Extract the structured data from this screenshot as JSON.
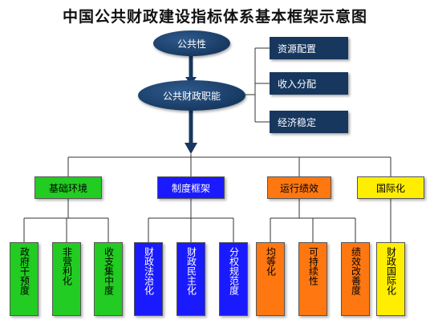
{
  "title": "中国公共财政建设指标体系基本框架示意图",
  "top_nodes": {
    "public": "公共性",
    "function": "公共财政职能"
  },
  "functions": [
    "资源配置",
    "收入分配",
    "经济稳定"
  ],
  "categories": [
    {
      "label": "基础环境",
      "color": "#22cc22",
      "items": [
        "政府干预度",
        "非营利化",
        "收支集中度"
      ]
    },
    {
      "label": "制度框架",
      "color": "#1a1aff",
      "items": [
        "财政法治化",
        "财政民主化",
        "分权规范度"
      ]
    },
    {
      "label": "运行绩效",
      "color": "#ff7711",
      "items": [
        "均等化",
        "可持续性",
        "绩效改善度"
      ]
    },
    {
      "label": "国际化",
      "color": "#ffee00",
      "items": [
        "财政国际化"
      ]
    }
  ],
  "colors": {
    "node_fill": "#17375e",
    "line": "#333333"
  }
}
